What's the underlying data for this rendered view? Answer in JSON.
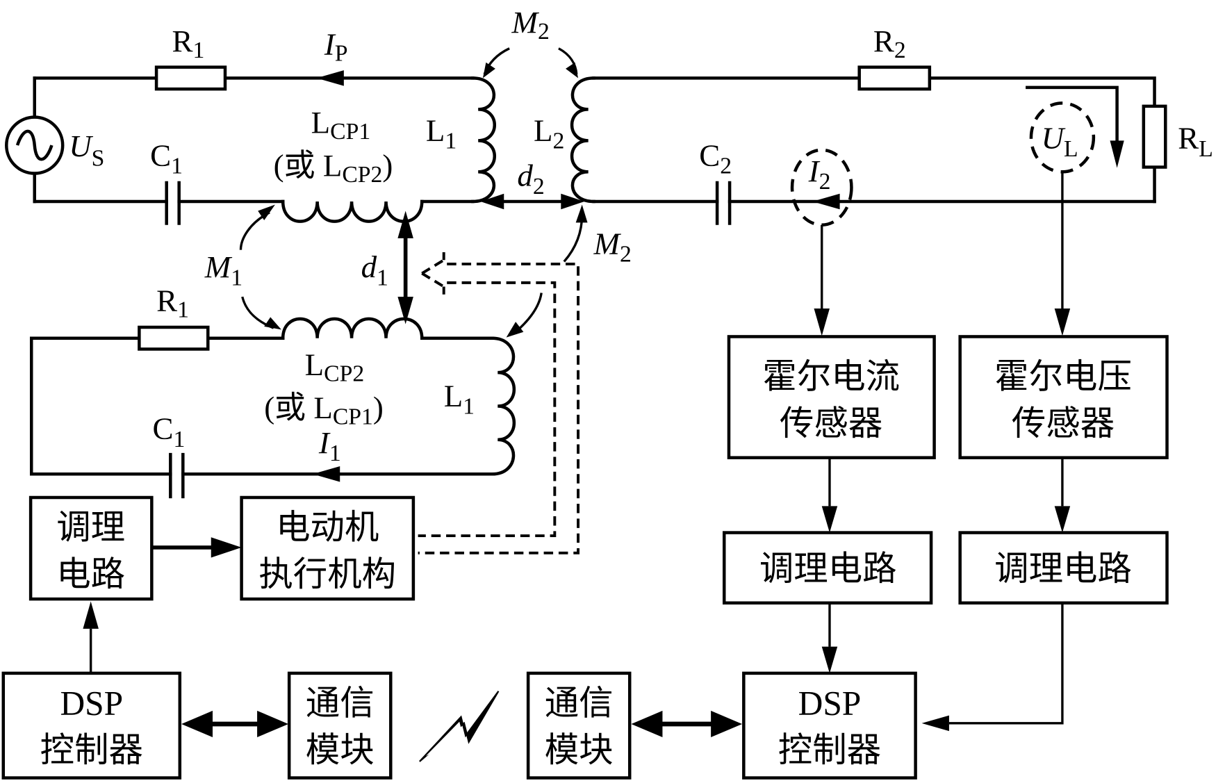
{
  "title": "Wireless power transfer system with coupling-coil position control",
  "primary_circuit": {
    "resistor": {
      "name": "R",
      "sub": "1"
    },
    "current": {
      "name": "I",
      "sub": "P"
    },
    "source": {
      "name": "U",
      "sub": "S"
    },
    "capacitor": {
      "name": "C",
      "sub": "1"
    },
    "coil_tx": {
      "name": "L",
      "sub": "1"
    },
    "coupling_coil": {
      "name": "L",
      "sub": "CP1",
      "alt_prefix": "(或 ",
      "alt_name": "L",
      "alt_sub": "CP2",
      "alt_suffix": ")"
    }
  },
  "auxiliary_circuit": {
    "resistor": {
      "name": "R",
      "sub": "1"
    },
    "capacitor": {
      "name": "C",
      "sub": "1"
    },
    "coil": {
      "name": "L",
      "sub": "1"
    },
    "current": {
      "name": "I",
      "sub": "1"
    },
    "coupling_coil": {
      "name": "L",
      "sub": "CP2",
      "alt_prefix": "(或 ",
      "alt_name": "L",
      "alt_sub": "CP1",
      "alt_suffix": ")"
    }
  },
  "secondary_circuit": {
    "resistor": {
      "name": "R",
      "sub": "2"
    },
    "load": {
      "name": "R",
      "sub": "L"
    },
    "capacitor": {
      "name": "C",
      "sub": "2"
    },
    "coil_rx": {
      "name": "L",
      "sub": "2"
    },
    "current": {
      "name": "I",
      "sub": "2"
    },
    "voltage": {
      "name": "U",
      "sub": "L"
    }
  },
  "mutual": {
    "m1": {
      "name": "M",
      "sub": "1"
    },
    "m2_top": {
      "name": "M",
      "sub": "2"
    },
    "m2_side": {
      "name": "M",
      "sub": "2"
    }
  },
  "distances": {
    "d1": {
      "name": "d",
      "sub": "1"
    },
    "d2": {
      "name": "d",
      "sub": "2"
    }
  },
  "blocks": {
    "hall_current": [
      "霍尔电流",
      "传感器"
    ],
    "hall_voltage": [
      "霍尔电压",
      "传感器"
    ],
    "cond_current": [
      "调理电路"
    ],
    "cond_voltage": [
      "调理电路"
    ],
    "cond_left": [
      "调理",
      "电路"
    ],
    "motor": [
      "电动机",
      "执行机构"
    ],
    "dsp_left": [
      "DSP",
      "控制器"
    ],
    "comm_left": [
      "通信",
      "模块"
    ],
    "comm_right": [
      "通信",
      "模块"
    ],
    "dsp_right": [
      "DSP",
      "控制器"
    ]
  },
  "icons": {
    "ac_source": "ac-source-icon",
    "wireless_link": "lightning-icon"
  }
}
